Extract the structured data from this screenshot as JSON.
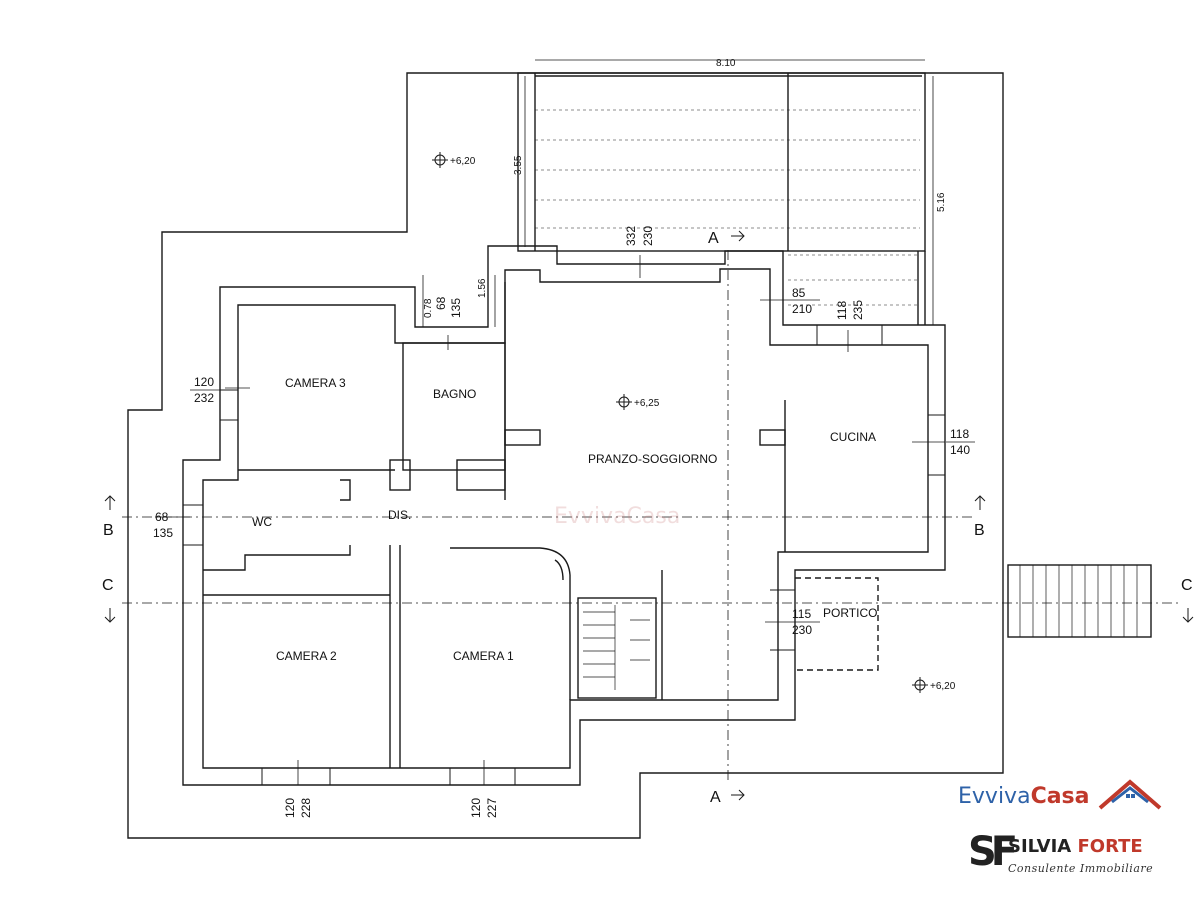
{
  "rooms": {
    "camera3": "CAMERA 3",
    "bagno": "BAGNO",
    "pranzo": "PRANZO-SOGGIORNO",
    "cucina": "CUCINA",
    "wc": "WC",
    "dis": "DIS.",
    "camera2": "CAMERA 2",
    "camera1": "CAMERA 1",
    "portico": "PORTICO"
  },
  "levels": {
    "terrace": "+6,20",
    "living": "+6,25",
    "garden": "+6,20"
  },
  "dimensions": {
    "top_width": "8.10",
    "left_depth": "3.55",
    "right_depth": "5.16",
    "d_078": "0.78",
    "d_156": "1.56",
    "bagno_door_w": "68",
    "bagno_door_h": "135",
    "cam3_win_w": "120",
    "cam3_win_h": "232",
    "living_win_w": "332",
    "living_win_h": "230",
    "door_85": "85",
    "door_210": "210",
    "kitchen_top_w": "118",
    "kitchen_top_h": "235",
    "kitchen_side_w": "118",
    "kitchen_side_h": "140",
    "wc_win_w": "68",
    "wc_win_h": "135",
    "portico_door_w": "115",
    "portico_door_h": "230",
    "cam2_win_w": "120",
    "cam2_win_h": "228",
    "cam1_win_w": "120",
    "cam1_win_h": "227"
  },
  "sections": {
    "a": "A",
    "b": "B",
    "c": "C"
  },
  "watermark": "EvvivaCasa",
  "brand": {
    "evviva_part1": "Evviva",
    "evviva_part2": "Casa",
    "sf_monogram": "SF",
    "sf_first": "SILVIA ",
    "sf_last": "FORTE",
    "sf_subtitle": "Consulente Immobiliare"
  },
  "colors": {
    "line": "#1a1a1a",
    "evviva_blue": "#2e62a8",
    "evviva_red": "#c0392b"
  }
}
